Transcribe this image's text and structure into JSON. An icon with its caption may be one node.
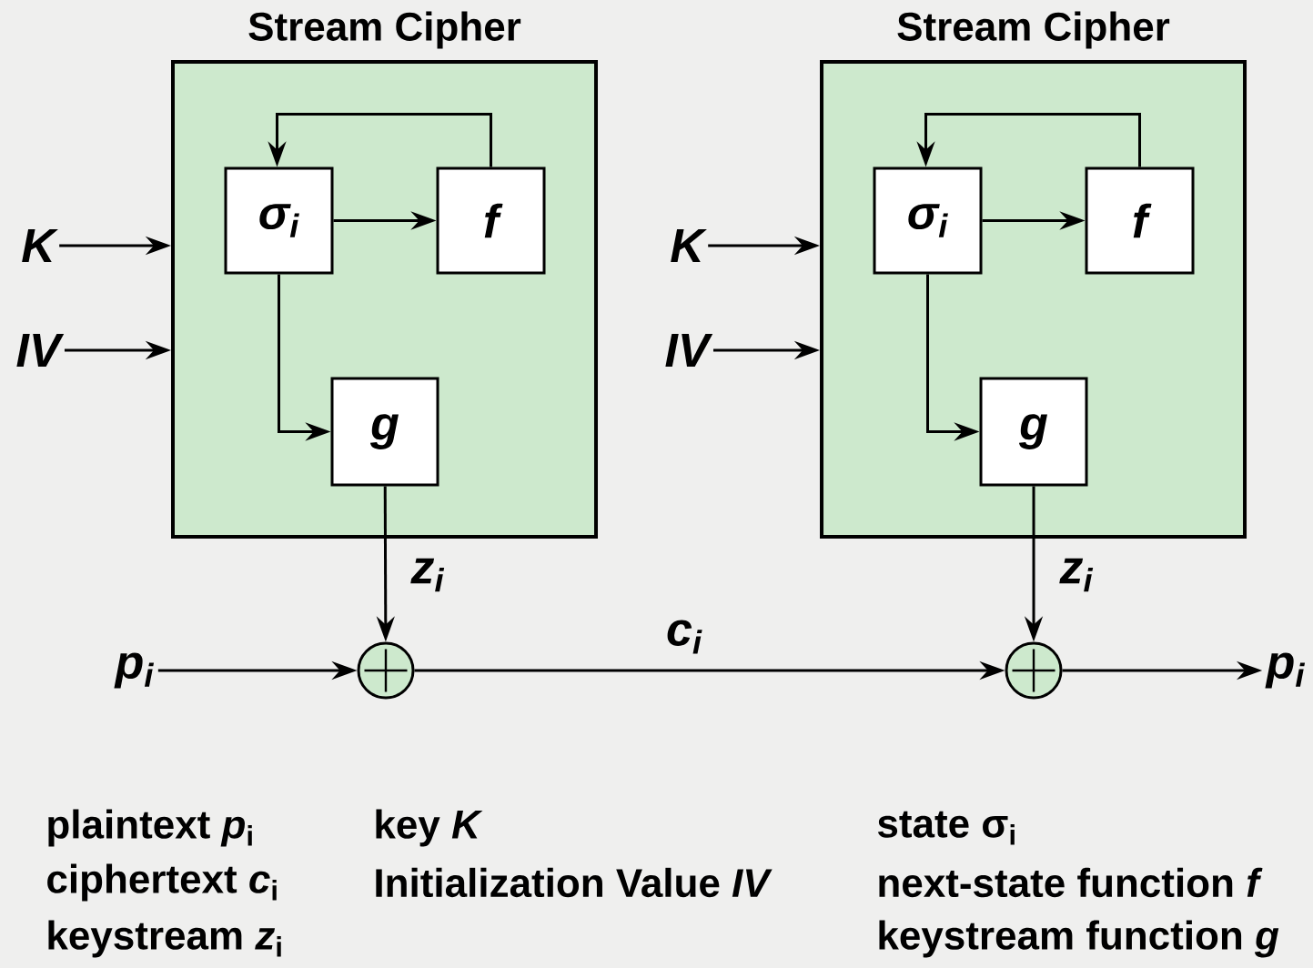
{
  "diagram": {
    "nodes": [
      {
        "text": [
          "Stream Cipher"
        ]
      },
      {
        "text": [
          "σ$_{i}$"
        ],
        "in": 0
      },
      {
        "text": [
          "f"
        ],
        "in": 0
      },
      {
        "text": [
          "g"
        ],
        "in": 0
      },
      {
        "text": [
          "Stream Cipher"
        ]
      },
      {
        "text": [
          "σ$_{i}$"
        ],
        "in": 4
      },
      {
        "text": [
          "f"
        ],
        "in": 4
      },
      {
        "text": [
          "g"
        ],
        "in": 4
      },
      {
        "text": [
          "K"
        ]
      },
      {
        "text": [
          "IV"
        ]
      },
      {
        "text": [
          "K"
        ]
      },
      {
        "text": [
          "IV"
        ]
      },
      {
        "text": [
          "p$_{i}$"
        ]
      },
      {
        "text": [],
        "shape": "circle"
      },
      {
        "text": [],
        "shape": "circle"
      },
      {
        "text": [
          "p$_{i}$"
        ]
      }
    ],
    "edges": [
      {
        "from": 8,
        "to": 0,
        "arrow": "to"
      },
      {
        "from": 9,
        "to": 0,
        "arrow": "to"
      },
      {
        "from": 1,
        "to": 2,
        "arrow": "to"
      },
      {
        "from": 2,
        "to": 1,
        "arrow": "to"
      },
      {
        "from": 1,
        "to": 3,
        "arrow": "to"
      },
      {
        "from": 3,
        "to": 13,
        "arrow": "to",
        "label": "z$_{i}$"
      },
      {
        "from": 12,
        "to": 13,
        "arrow": "to"
      },
      {
        "from": 13,
        "to": 14,
        "arrow": "to",
        "label": "c$_{i}$"
      },
      {
        "from": 10,
        "to": 4,
        "arrow": "to"
      },
      {
        "from": 11,
        "to": 4,
        "arrow": "to"
      },
      {
        "from": 5,
        "to": 6,
        "arrow": "to"
      },
      {
        "from": 6,
        "to": 5,
        "arrow": "to"
      },
      {
        "from": 5,
        "to": 7,
        "arrow": "to"
      },
      {
        "from": 7,
        "to": 14,
        "arrow": "to",
        "label": "z$_{i}$"
      },
      {
        "from": 14,
        "to": 15,
        "arrow": "to"
      }
    ],
    "labels": [
      "plaintext *p*$_{i}$",
      "key *K*",
      "state σ$_{i}$",
      "ciphertext *c*$_{i}$",
      "Initialization Value *IV*",
      "next-state function *f*",
      "keystream *z*$_{i}$",
      "keystream function *g*"
    ]
  }
}
